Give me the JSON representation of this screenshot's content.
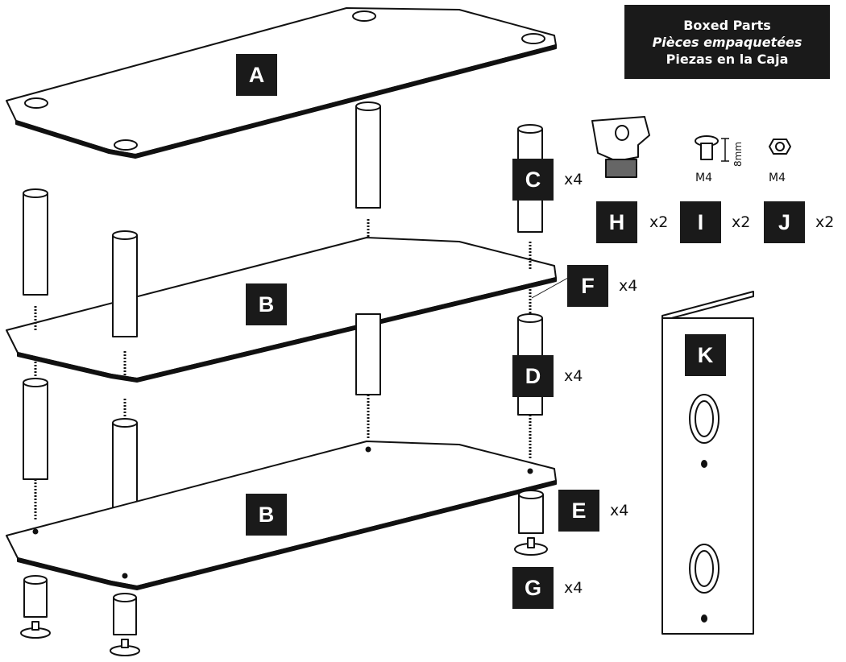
{
  "boxed_parts": {
    "line1": "Boxed Parts",
    "line2": "Pièces empaquetées",
    "line3": "Piezas en la Caja"
  },
  "parts": {
    "A": {
      "letter": "A"
    },
    "B_top": {
      "letter": "B"
    },
    "B_bottom": {
      "letter": "B"
    },
    "C": {
      "letter": "C",
      "qty": "x4"
    },
    "D": {
      "letter": "D",
      "qty": "x4"
    },
    "E": {
      "letter": "E",
      "qty": "x4"
    },
    "F": {
      "letter": "F",
      "qty": "x4"
    },
    "G": {
      "letter": "G",
      "qty": "x4"
    },
    "H": {
      "letter": "H",
      "qty": "x2"
    },
    "I": {
      "letter": "I",
      "qty": "x2",
      "size": "M4",
      "length": "8mm"
    },
    "J": {
      "letter": "J",
      "qty": "x2",
      "size": "M4"
    },
    "K": {
      "letter": "K"
    }
  }
}
